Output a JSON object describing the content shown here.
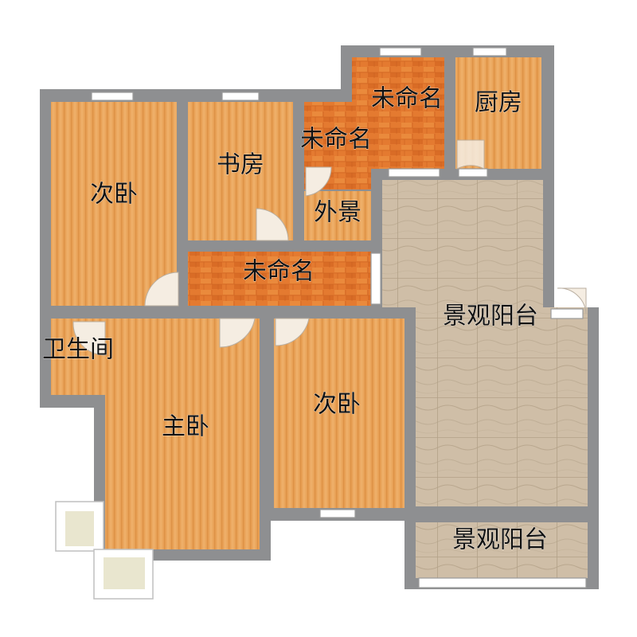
{
  "rooms": {
    "bedroom_left": "次卧",
    "study": "书房",
    "unnamed_mid": "未命名",
    "unnamed_top": "未命名",
    "kitchen": "厨房",
    "exterior_view": "外景",
    "unnamed_corridor": "未命名",
    "balcony_large": "景观阳台",
    "bathroom": "卫生间",
    "master_bedroom": "主卧",
    "bedroom_mid": "次卧",
    "balcony_small": "景观阳台"
  },
  "colors": {
    "wall": "#8e8f91",
    "wood_floor": "#e7a35b",
    "wood_floor_dark": "#d9893f",
    "parquet_floor": "#e4792f",
    "tile_floor": "#cdbba2",
    "background": "#ffffff"
  }
}
